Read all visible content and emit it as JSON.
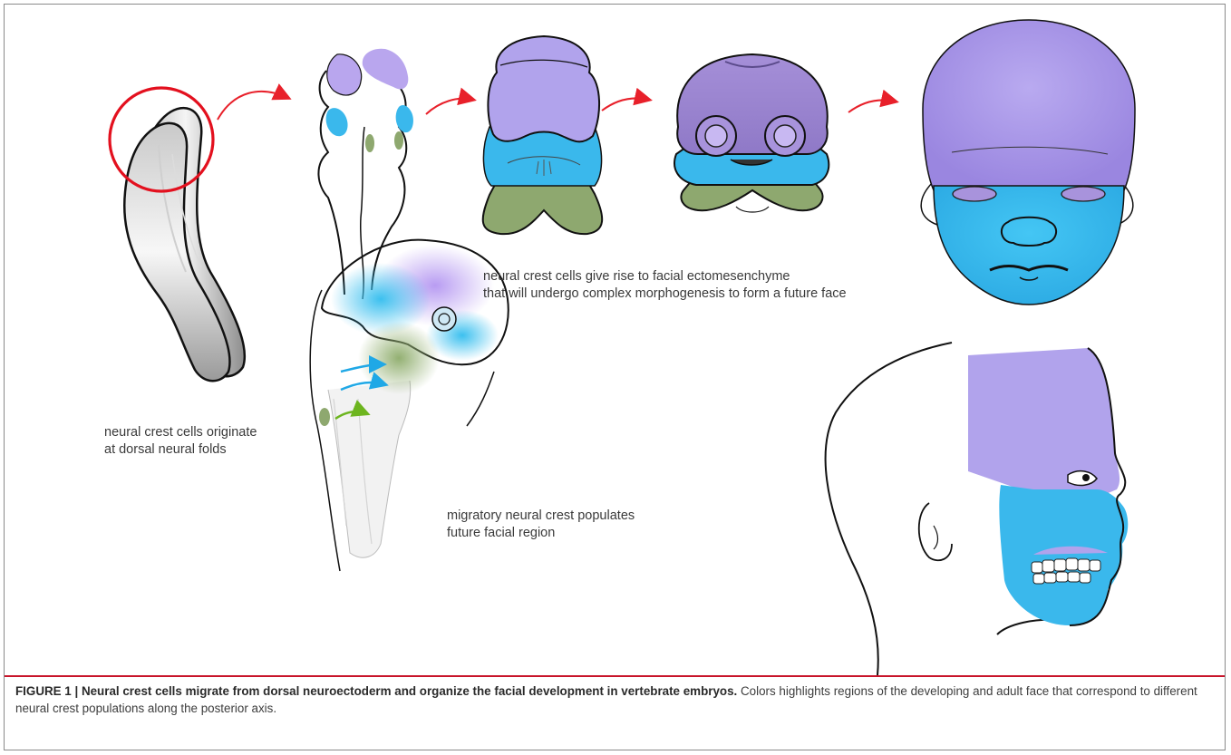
{
  "labels": {
    "origin": [
      "neural crest cells originate",
      "at dorsal neural folds"
    ],
    "facial": [
      "neural crest cells give rise to facial ectomesenchyme",
      "that will undergo complex morphogenesis to form a future face"
    ],
    "migratory": [
      "migratory neural crest populates",
      "future facial region"
    ]
  },
  "caption": {
    "title": "FIGURE 1 | Neural crest cells migrate from dorsal neuroectoderm and organize the facial development in vertebrate embryos.",
    "body": "Colors highlights regions of the developing and adult face that correspond to different neural crest populations along the posterior axis."
  },
  "colors": {
    "purple": "#b1a3ec",
    "blue": "#3ab8ec",
    "green": "#8ea86f",
    "arrow_red": "#e8202a",
    "circle_red": "#e3101e",
    "caption_rule": "#c8142a",
    "outline": "#111111"
  }
}
